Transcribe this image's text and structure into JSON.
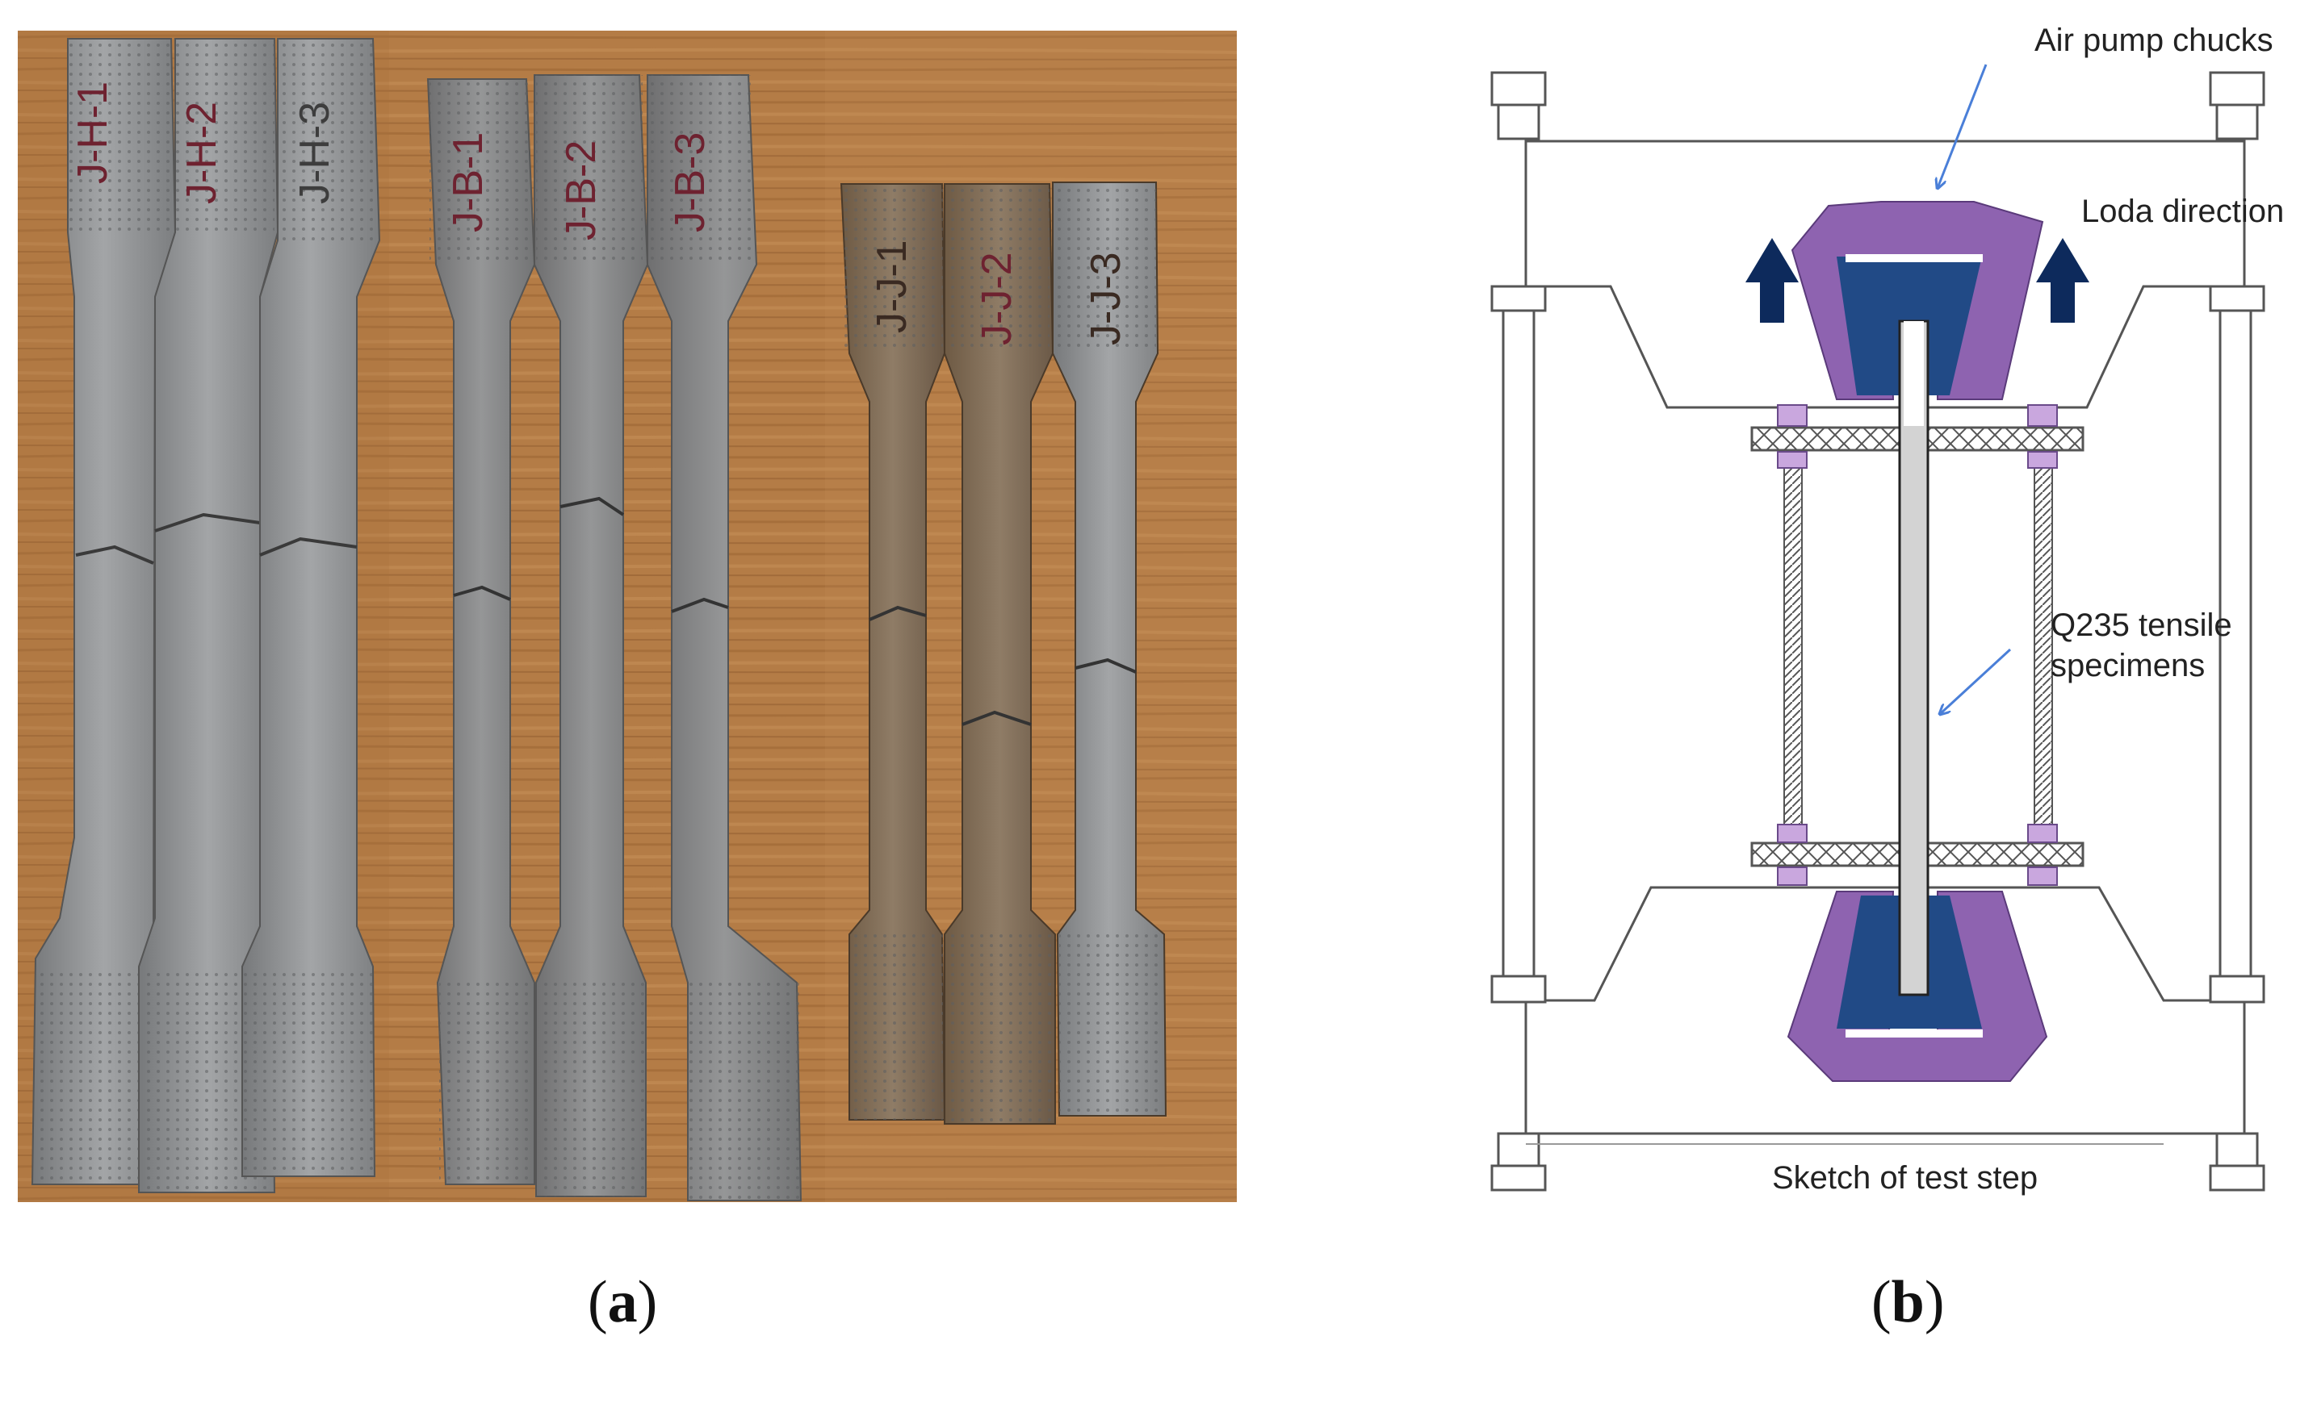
{
  "panel_a": {
    "specimen_labels": [
      "J-H-1",
      "J-H-2",
      "J-H-3",
      "J-B-1",
      "J-B-2",
      "J-B-3",
      "J-J-1",
      "J-J-2",
      "J-J-3"
    ],
    "colors": {
      "wood": "#b07a46",
      "wood_dark": "#8d5a2e",
      "steel": "#8a8c8e",
      "steel_light": "#a9abad",
      "rust": "#7a5a3a",
      "ink": "#6e2230"
    }
  },
  "panel_b": {
    "labels": {
      "air_pump_chucks": "Air pump chucks",
      "load_direction": "Loda direction",
      "specimens_line1": "Q235 tensile",
      "specimens_line2": "specimens",
      "sketch": "Sketch of test step"
    },
    "colors": {
      "chuck_outer": "#8e63b0",
      "chuck_inner": "#214a86",
      "arrow": "#0d2a5c",
      "pointer": "#4a7fd8",
      "frame": "#555555",
      "specimen": "#d3d3d3"
    }
  },
  "captions": {
    "a_open": "(",
    "a_letter": "a",
    "a_close": ")",
    "b_open": "(",
    "b_letter": "b",
    "b_close": ")"
  }
}
